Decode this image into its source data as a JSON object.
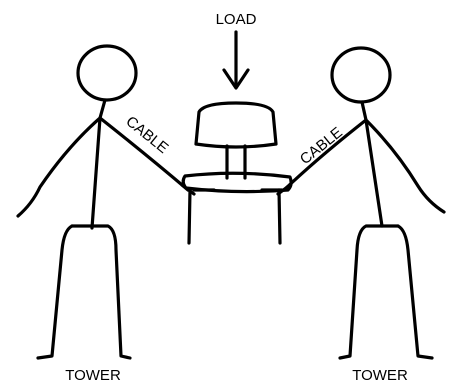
{
  "labels": {
    "load": "LOAD",
    "cable_left": "CABLE",
    "cable_right": "CABLE",
    "tower_left": "TOWER",
    "tower_right": "TOWER"
  },
  "colors": {
    "ink": "#000000",
    "background": "#ffffff"
  }
}
